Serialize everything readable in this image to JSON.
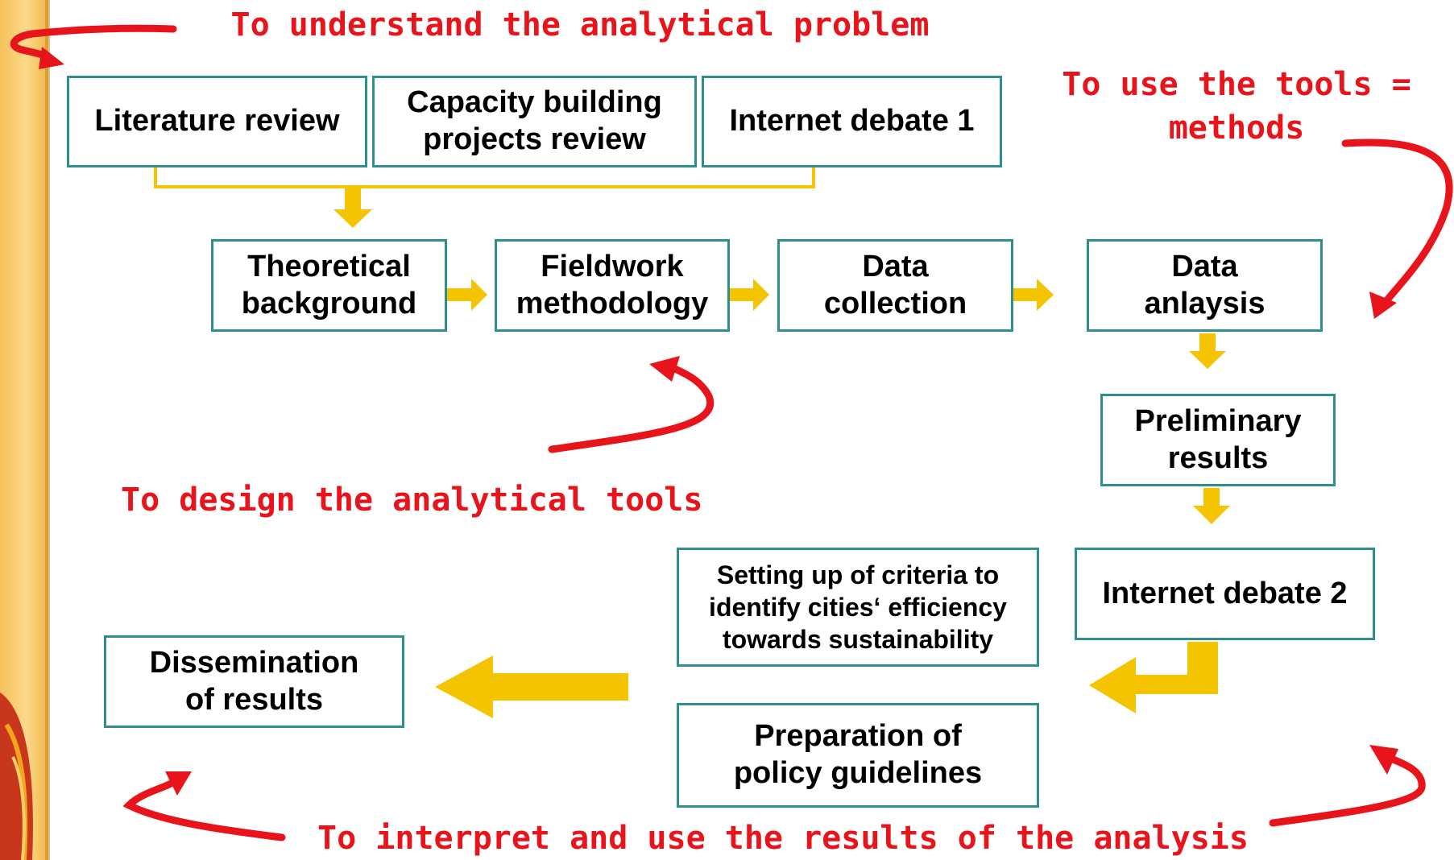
{
  "colors": {
    "box_border": "#2e8f8c",
    "flow_arrow": "#f5c400",
    "annotation": "#e8141b",
    "sidebar": "#f6c15a"
  },
  "boxes": {
    "literature_review": "Literature review",
    "capacity_building": "Capacity building\nprojects review",
    "internet_debate_1": "Internet debate 1",
    "theoretical_background": "Theoretical\nbackground",
    "fieldwork_methodology": "Fieldwork\nmethodology",
    "data_collection": "Data\ncollection",
    "data_analysis": "Data\nanlaysis",
    "preliminary_results": "Preliminary\nresults",
    "internet_debate_2": "Internet debate 2",
    "criteria_setup": "Setting up of criteria to\nidentify cities‘ efficiency\ntowards sustainability",
    "policy_guidelines": "Preparation of\npolicy guidelines",
    "dissemination": "Dissemination\nof results"
  },
  "annotations": {
    "understand_problem": "To understand the analytical problem",
    "use_tools": "To use the tools =\nmethods",
    "design_tools": "To design the analytical tools",
    "interpret_results": "To interpret and use the results of the analysis"
  }
}
